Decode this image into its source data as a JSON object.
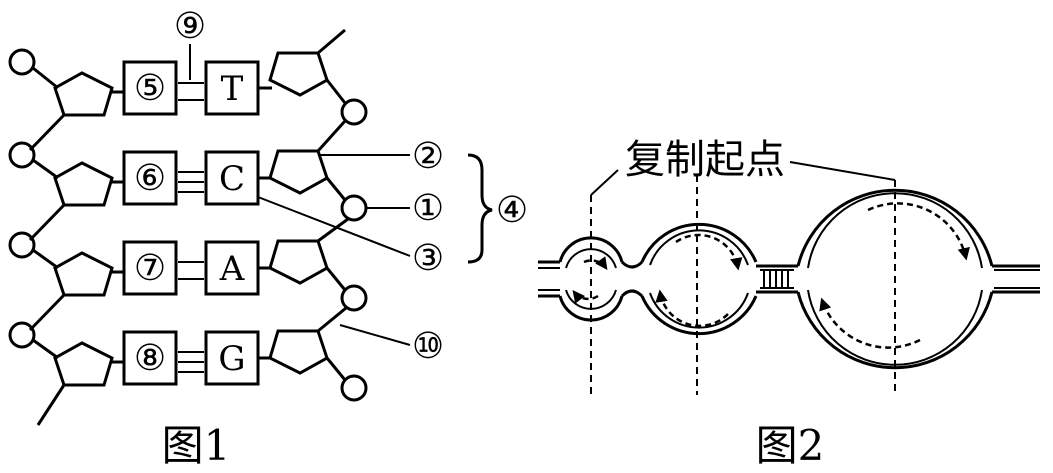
{
  "figure1": {
    "caption": "图1",
    "left_strand_labels": [
      "⑤",
      "⑥",
      "⑦",
      "⑧"
    ],
    "right_strand_bases": [
      "T",
      "C",
      "A",
      "G"
    ],
    "callouts": {
      "hydrogen_bond": "⑨",
      "sugar": "②",
      "phosphate": "①",
      "base": "③",
      "nucleotide_brace": "④",
      "backbone_bond": "⑩"
    }
  },
  "figure2": {
    "caption": "图2",
    "origin_label": "复制起点"
  }
}
